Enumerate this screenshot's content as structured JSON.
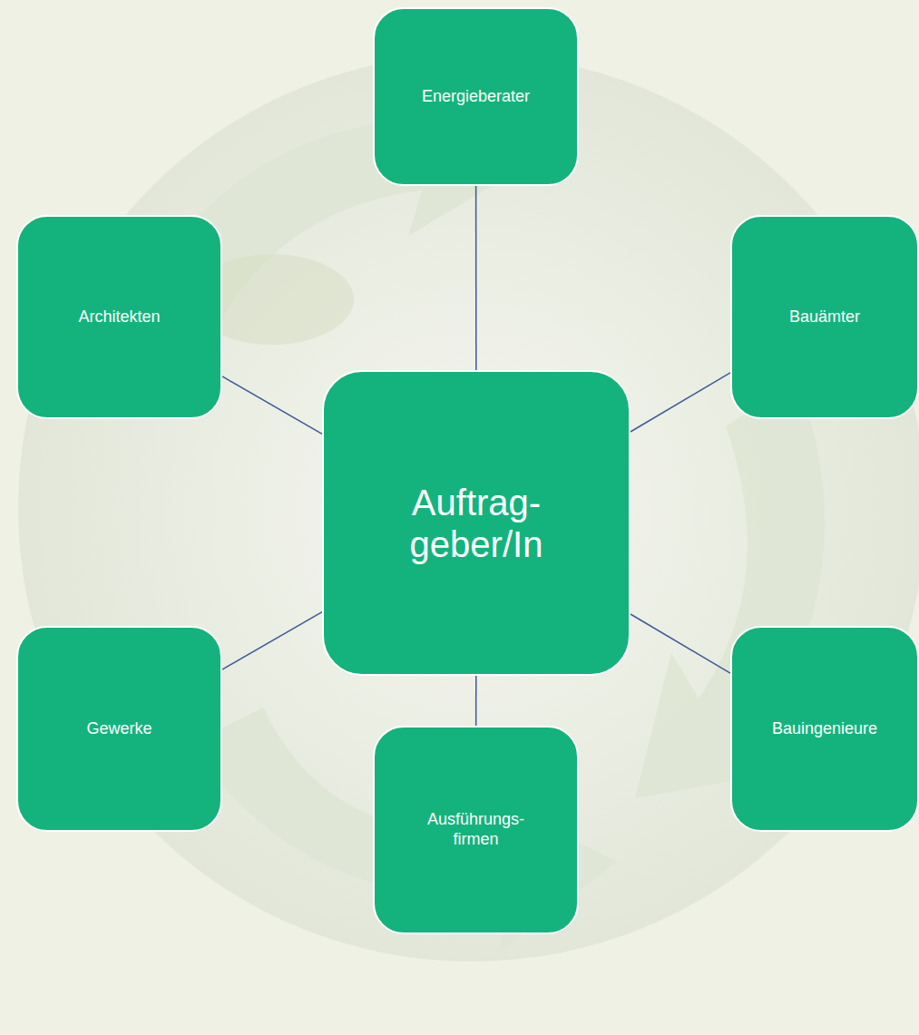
{
  "diagram": {
    "nodes": [
      {
        "text": [
          "Energieberater"
        ]
      },
      {
        "text": [
          "Architekten"
        ]
      },
      {
        "text": [
          "Bauämter"
        ]
      },
      {
        "text": [
          "Auftrag- geber/In"
        ]
      },
      {
        "text": [
          "Gewerke"
        ]
      },
      {
        "text": [
          "Bauingenieure"
        ]
      },
      {
        "text": [
          "Ausführungs- firmen"
        ]
      }
    ],
    "edges": [
      {
        "from": 3,
        "to": 0,
        "arrow": "none"
      },
      {
        "from": 3,
        "to": 1,
        "arrow": "none"
      },
      {
        "from": 3,
        "to": 2,
        "arrow": "none"
      },
      {
        "from": 3,
        "to": 4,
        "arrow": "none"
      },
      {
        "from": 3,
        "to": 5,
        "arrow": "none"
      },
      {
        "from": 3,
        "to": 6,
        "arrow": "none"
      }
    ]
  }
}
